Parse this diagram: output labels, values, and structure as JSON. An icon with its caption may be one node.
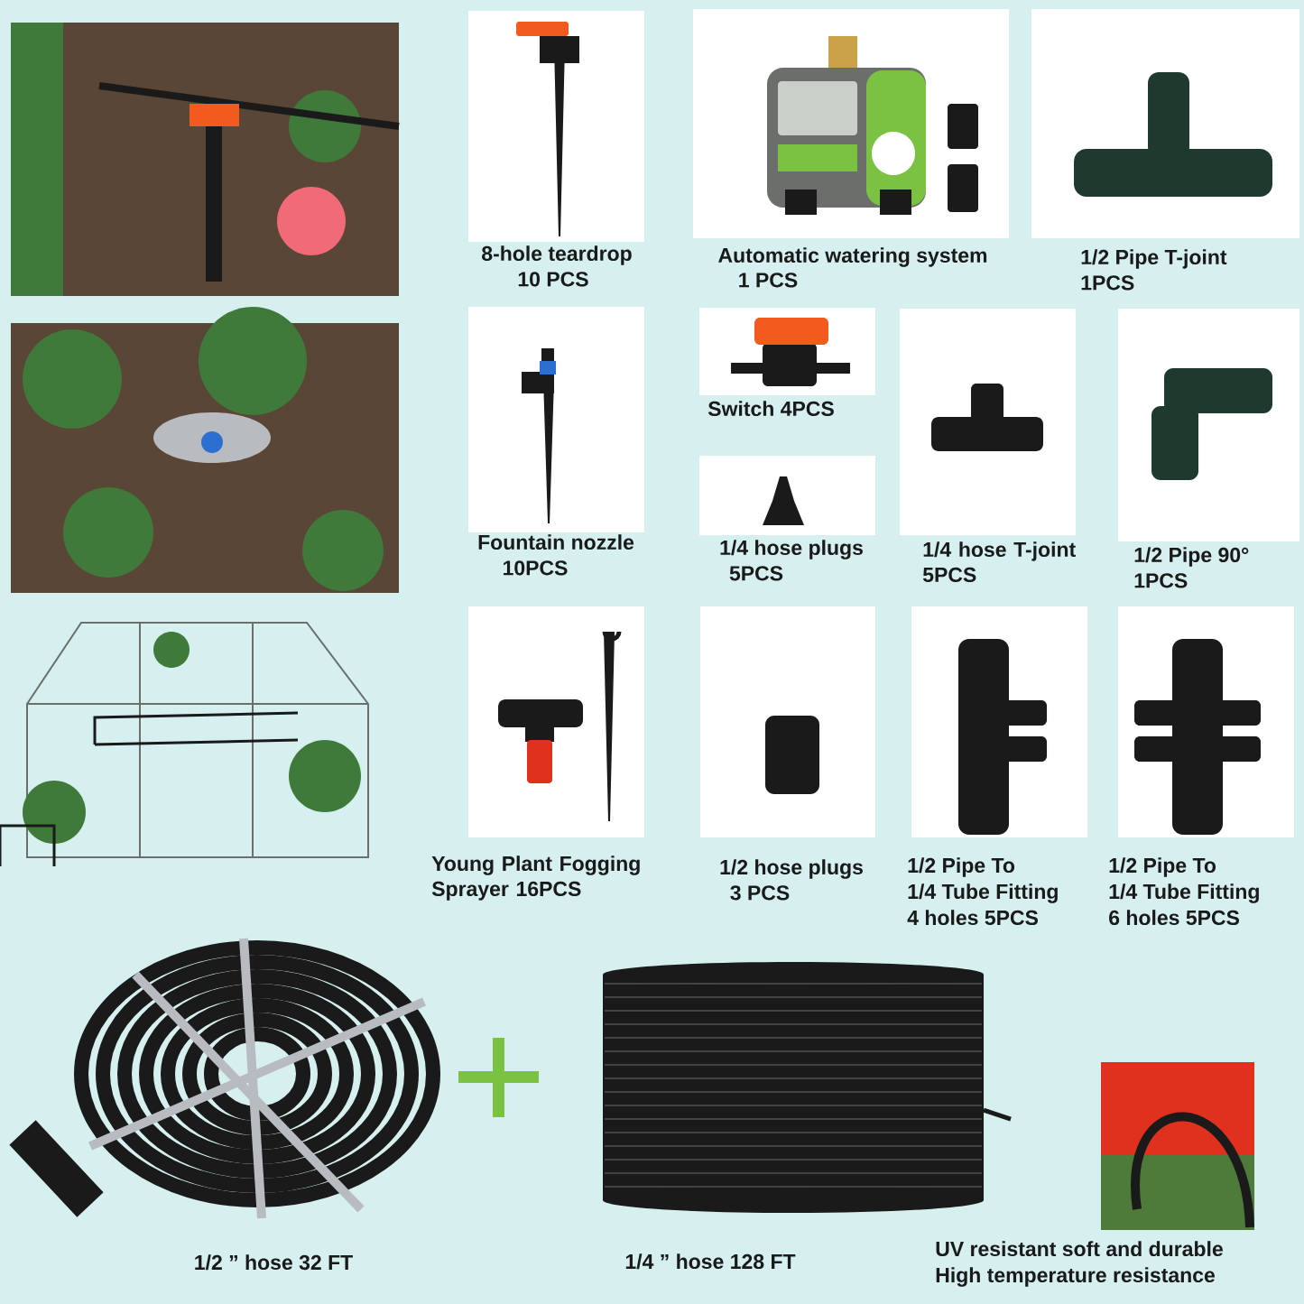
{
  "diagram": {
    "nodes": [
      {
        "text": [
          "8-hole teardrop",
          "10 PCS"
        ]
      },
      {
        "text": [
          "Automatic watering system",
          "1 PCS"
        ]
      },
      {
        "text": [
          "1/2 Pipe T-joint",
          "1PCS"
        ]
      },
      {
        "text": [
          "Fountain nozzle",
          "10PCS"
        ]
      },
      {
        "text": [
          "Switch 4PCS"
        ]
      },
      {
        "text": [
          "1/4 hose plugs",
          "5PCS"
        ]
      },
      {
        "text": [
          "1/4 hose T-joint 5PCS"
        ]
      },
      {
        "text": [
          "1/2 Pipe 90°",
          "1PCS"
        ]
      },
      {
        "text": [
          "Young Plant Fogging Sprayer 16PCS"
        ]
      },
      {
        "text": [
          "1/2 hose plugs",
          "3 PCS"
        ]
      },
      {
        "text": [
          "1/2 Pipe To",
          "1/4 Tube Fitting",
          "4 holes 5PCS"
        ]
      },
      {
        "text": [
          "1/2 Pipe To",
          "1/4 Tube Fitting",
          "6 holes 5PCS"
        ]
      },
      {
        "text": [
          "1/2 ” hose 32 FT"
        ]
      },
      {
        "text": [
          "1/4 ” hose 128 FT"
        ]
      },
      {
        "text": [
          "UV resistant soft and durable",
          "High temperature resistance"
        ]
      }
    ]
  }
}
